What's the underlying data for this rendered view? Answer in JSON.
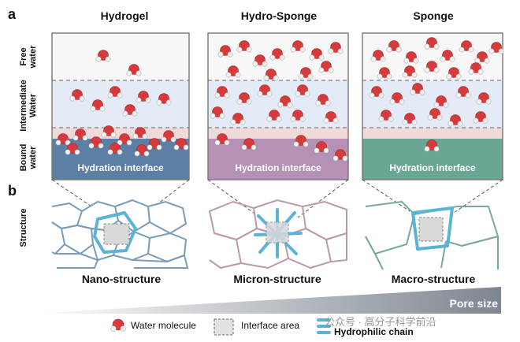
{
  "figure": {
    "panel_a": "a",
    "panel_b": "b",
    "row_labels": {
      "free_water": "Free\nwater",
      "intermediate_water": "Intermediate\nWater",
      "bound_water": "Bound\nwater",
      "structure": "Structure"
    },
    "columns": [
      {
        "title": "Hydrogel",
        "interface": "Hydration interface",
        "structure": "Nano-structure"
      },
      {
        "title": "Hydro-Sponge",
        "interface": "Hydration interface",
        "structure": "Micron-structure"
      },
      {
        "title": "Sponge",
        "interface": "Hydration interface",
        "structure": "Macro-structure"
      }
    ],
    "pore_size": "Pore size",
    "legend": {
      "water": "Water molecule",
      "interface": "Interface area",
      "chain": "Hydrophilic chain"
    },
    "watermark": "公众号 · 高分子科学前沿",
    "colors": {
      "free": "#f7f7f7",
      "intermediate": "#e4ebf7",
      "hydrogel_bound": "#5c7fa6",
      "hydro_sponge_bound": "#b592b5",
      "sponge_bound": "#6aa696",
      "oxygen": "#d63a3a",
      "hydrogen": "#f2f2f2",
      "chain": "#5ab4d8",
      "hydrogel_mesh": "#7a9bb8",
      "hydro_sponge_mesh": "#b99aad",
      "sponge_mesh": "#78a8a0"
    }
  }
}
